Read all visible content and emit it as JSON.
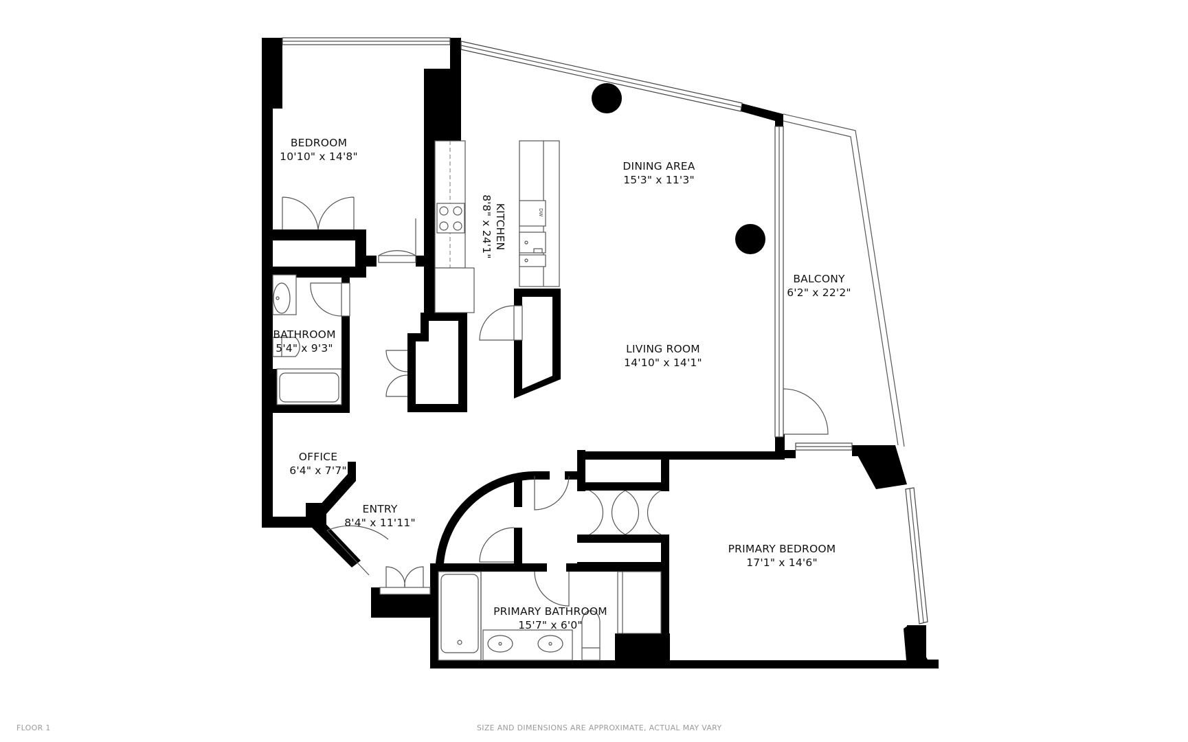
{
  "floor_label": "FLOOR 1",
  "disclaimer": "SIZE AND DIMENSIONS ARE APPROXIMATE, ACTUAL MAY VARY",
  "rooms": {
    "bedroom": {
      "name": "BEDROOM",
      "dims": "10'10\" x 14'8\""
    },
    "kitchen": {
      "name": "KITCHEN",
      "dims": "8'8\" x 24'1\""
    },
    "dining": {
      "name": "DINING AREA",
      "dims": "15'3\" x 11'3\""
    },
    "balcony": {
      "name": "BALCONY",
      "dims": "6'2\" x 22'2\""
    },
    "bathroom": {
      "name": "BATHROOM",
      "dims": "5'4\" x 9'3\""
    },
    "living": {
      "name": "LIVING ROOM",
      "dims": "14'10\" x 14'1\""
    },
    "office": {
      "name": "OFFICE",
      "dims": "6'4\" x 7'7\""
    },
    "entry": {
      "name": "ENTRY",
      "dims": "8'4\" x 11'11\""
    },
    "primary_bedroom": {
      "name": "PRIMARY BEDROOM",
      "dims": "17'1\" x 14'6\""
    },
    "primary_bathroom": {
      "name": "PRIMARY BATHROOM",
      "dims": "15'7\" x 6'0\""
    }
  },
  "fixtures": {
    "dishwasher_label": "DW"
  },
  "colors": {
    "wall": "#000000",
    "background": "#ffffff",
    "footer_text": "#9a9a9a"
  }
}
